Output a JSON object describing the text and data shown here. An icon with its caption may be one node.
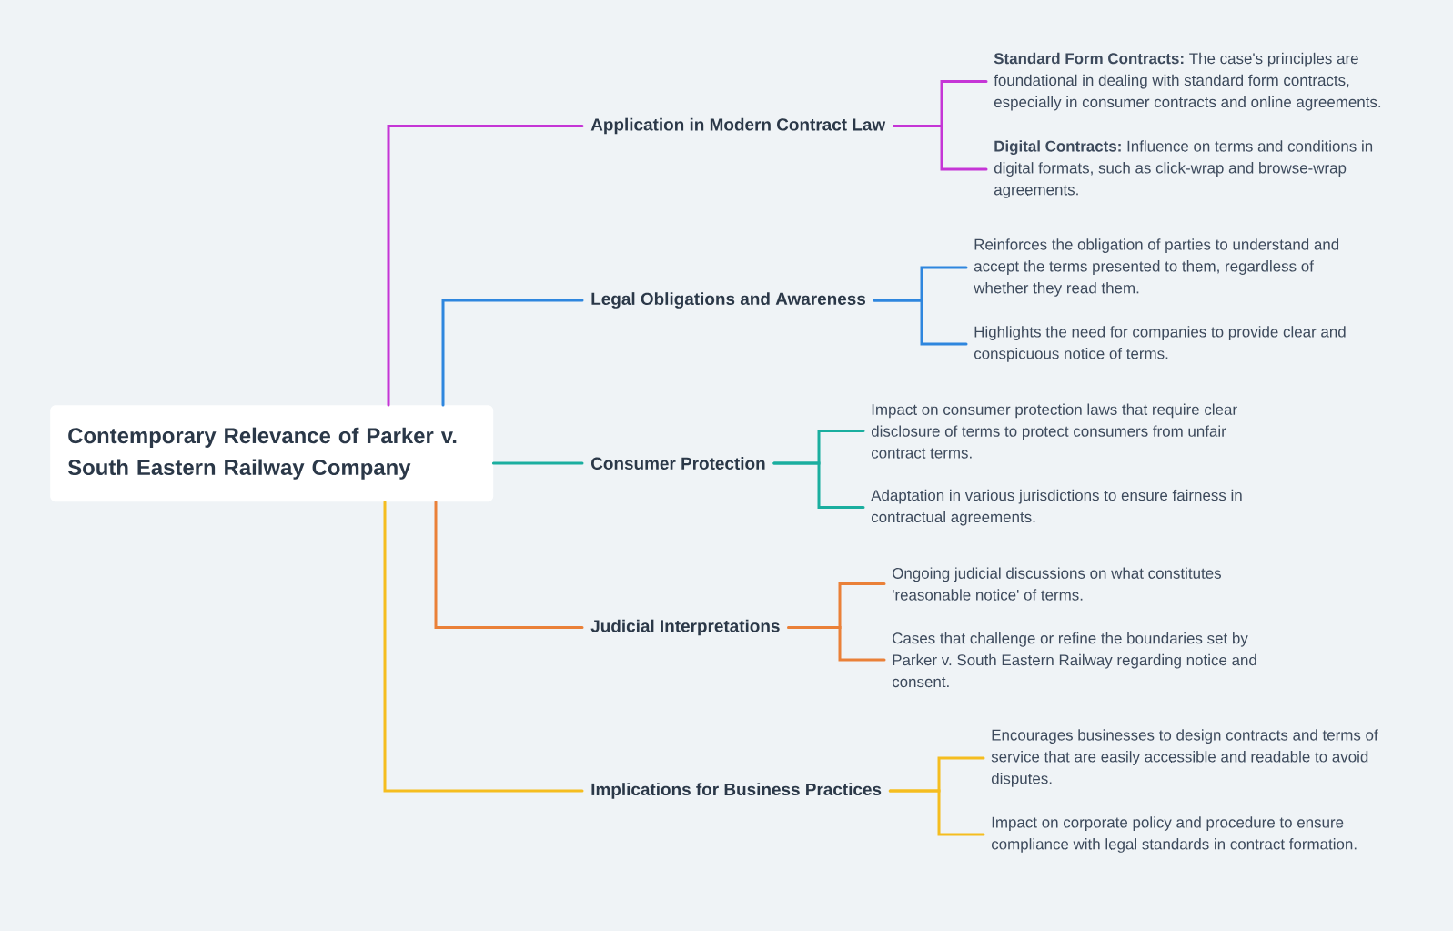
{
  "diagram": {
    "nodes": [
      {
        "text": [
          "Contemporary Relevance of Parker v. South Eastern Railway Company"
        ]
      },
      {
        "text": [
          "Application in Modern Contract Law"
        ]
      },
      {
        "text": [
          "**Standard Form Contracts:** The case's principles are foundational in dealing with standard form contracts, especially in consumer contracts and online agreements."
        ]
      },
      {
        "text": [
          "**Digital Contracts:** Influence on terms and conditions in digital formats, such as click-wrap and browse-wrap agreements."
        ]
      },
      {
        "text": [
          "Legal Obligations and Awareness"
        ]
      },
      {
        "text": [
          "Reinforces the obligation of parties to understand and accept the terms presented to them, regardless of whether they read them."
        ]
      },
      {
        "text": [
          "Highlights the need for companies to provide clear and conspicuous notice of terms."
        ]
      },
      {
        "text": [
          "Consumer Protection"
        ]
      },
      {
        "text": [
          "Impact on consumer protection laws that require clear disclosure of terms to protect consumers from unfair contract terms."
        ]
      },
      {
        "text": [
          "Adaptation in various jurisdictions to ensure fairness in contractual agreements."
        ]
      },
      {
        "text": [
          "Judicial Interpretations"
        ]
      },
      {
        "text": [
          "Ongoing judicial discussions on what constitutes 'reasonable notice' of terms."
        ]
      },
      {
        "text": [
          "Cases that challenge or refine the boundaries set by Parker v. South Eastern Railway regarding notice and consent."
        ]
      },
      {
        "text": [
          "Implications for Business Practices"
        ]
      },
      {
        "text": [
          "Encourages businesses to design contracts and terms of service that are easily accessible and readable to avoid disputes."
        ]
      },
      {
        "text": [
          "Impact on corporate policy and procedure to ensure compliance with legal standards in contract formation."
        ]
      }
    ],
    "edges": [
      {
        "from": 0,
        "to": 1,
        "arrow": "none",
        "color": "#c535d6"
      },
      {
        "from": 1,
        "to": 2,
        "arrow": "none",
        "color": "#c535d6"
      },
      {
        "from": 1,
        "to": 3,
        "arrow": "none",
        "color": "#c535d6"
      },
      {
        "from": 0,
        "to": 4,
        "arrow": "none",
        "color": "#2e86de"
      },
      {
        "from": 4,
        "to": 5,
        "arrow": "none",
        "color": "#2e86de"
      },
      {
        "from": 4,
        "to": 6,
        "arrow": "none",
        "color": "#2e86de"
      },
      {
        "from": 0,
        "to": 7,
        "arrow": "none",
        "color": "#1aae9f"
      },
      {
        "from": 7,
        "to": 8,
        "arrow": "none",
        "color": "#1aae9f"
      },
      {
        "from": 7,
        "to": 9,
        "arrow": "none",
        "color": "#1aae9f"
      },
      {
        "from": 0,
        "to": 10,
        "arrow": "none",
        "color": "#ea8038"
      },
      {
        "from": 10,
        "to": 11,
        "arrow": "none",
        "color": "#ea8038"
      },
      {
        "from": 10,
        "to": 12,
        "arrow": "none",
        "color": "#ea8038"
      },
      {
        "from": 0,
        "to": 13,
        "arrow": "none",
        "color": "#f5bd1f"
      },
      {
        "from": 13,
        "to": 14,
        "arrow": "none",
        "color": "#f5bd1f"
      },
      {
        "from": 13,
        "to": 15,
        "arrow": "none",
        "color": "#f5bd1f"
      }
    ]
  }
}
